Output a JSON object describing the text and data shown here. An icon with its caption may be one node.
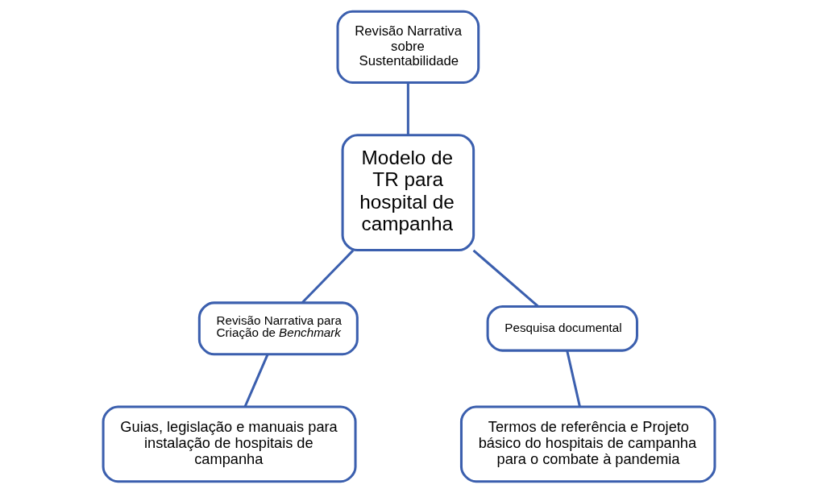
{
  "diagram": {
    "nodes": [
      {
        "text": [
          "Revisão Narrativa sobre Sustentabilidade"
        ]
      },
      {
        "text": [
          "Modelo de TR para hospital de campanha"
        ]
      },
      {
        "text": [
          "Revisão Narrativa para Criação de *Benchmark*"
        ]
      },
      {
        "text": [
          "Pesquisa documental"
        ]
      },
      {
        "text": [
          "Guias, legislação e manuais para instalação de hospitais de campanha"
        ]
      },
      {
        "text": [
          "Termos de referência e Projeto básico do hospitais de campanha para o combate à pandemia"
        ]
      }
    ],
    "edges": [
      {
        "from": 0,
        "to": 1,
        "arrow": "none"
      },
      {
        "from": 1,
        "to": 2,
        "arrow": "none"
      },
      {
        "from": 1,
        "to": 3,
        "arrow": "none"
      },
      {
        "from": 2,
        "to": 4,
        "arrow": "none"
      },
      {
        "from": 3,
        "to": 5,
        "arrow": "none"
      }
    ]
  }
}
